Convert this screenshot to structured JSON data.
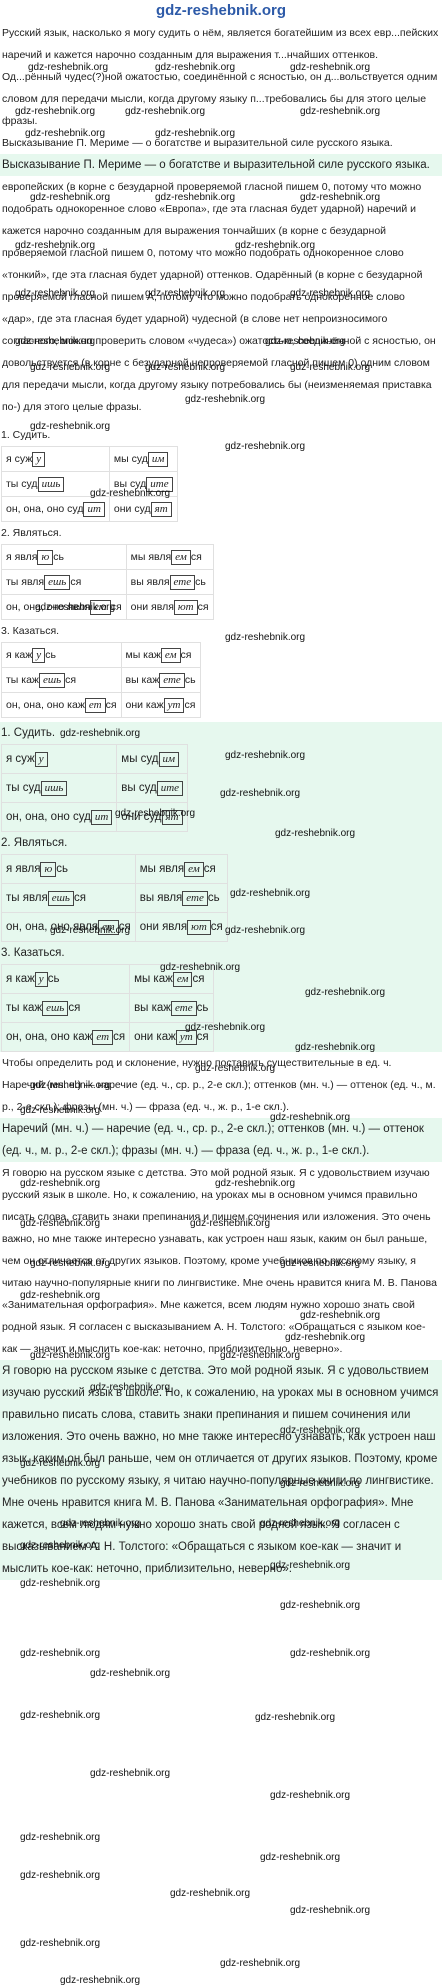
{
  "header": {
    "site": "gdz-reshebnik.org"
  },
  "watermark": "gdz-reshebnik.org",
  "task_text": "Русский язык, насколько я могу судить о нём, является богатейшим из всех евр...пейских наречий и кажется нарочно созданным для выражения т...нчайших оттенков. Од...рённый чудес(?)ной ожатостью, соединённой с ясностью, он д...вольствуется одним словом для передачи мысли, когда другому языку п...требовались бы для этого целые фразы.",
  "attribution": "Высказывание П. Мериме — о богатстве и выразительной силе русского языка.",
  "attribution2": "Высказывание П. Мериме — о богатстве и выразительной силе русского языка.",
  "explanation": "европейских (в корне с безударной проверяемой гласной пишем 0, потому что можно подобрать однокоренное слово «Европа», где эта гласная будет ударной) наречий и кажется нарочно созданным для выражения тончайших (в корне с безударной проверяемой гласной пишем 0, потому что можно подобрать однокоренное слово «тонкий», где эта гласная будет ударной) оттенков. Одарённый (в корне с безударной проверяемой гласной пишем А, потому что можно подобрать однокоренное слово «дар», где эта гласная будет ударной) чудесной (в слове нет непроизносимого согласного, можно проверить словом «чудеса») ожатостью, соединённой с ясностью, он довольствуется (в корне с безударной непроверяемой гласной пишем 0) одним словом для передачи мысли, когда другому языку потребовались бы (неизменяемая приставка по-) для этого целые фразы.",
  "verbs": [
    {
      "title": "1. Судить.",
      "rows": [
        [
          {
            "pre": "я суж",
            "end": "у",
            "post": ""
          },
          {
            "pre": "мы суд",
            "end": "им",
            "post": ""
          }
        ],
        [
          {
            "pre": "ты суд",
            "end": "ишь",
            "post": ""
          },
          {
            "pre": "вы суд",
            "end": "ите",
            "post": ""
          }
        ],
        [
          {
            "pre": "он, она, оно суд",
            "end": "ит",
            "post": ""
          },
          {
            "pre": "они суд",
            "end": "ят",
            "post": ""
          }
        ]
      ]
    },
    {
      "title": "2. Являться.",
      "rows": [
        [
          {
            "pre": "я явля",
            "end": "ю",
            "post": "сь"
          },
          {
            "pre": "мы явля",
            "end": "ем",
            "post": "ся"
          }
        ],
        [
          {
            "pre": "ты явля",
            "end": "ешь",
            "post": "ся"
          },
          {
            "pre": "вы явля",
            "end": "ете",
            "post": "сь"
          }
        ],
        [
          {
            "pre": "он, она, оно явля",
            "end": "ет",
            "post": "ся"
          },
          {
            "pre": "они явля",
            "end": "ют",
            "post": "ся"
          }
        ]
      ]
    },
    {
      "title": "3. Казаться.",
      "rows": [
        [
          {
            "pre": "я каж",
            "end": "у",
            "post": "сь"
          },
          {
            "pre": "мы каж",
            "end": "ем",
            "post": "ся"
          }
        ],
        [
          {
            "pre": "ты каж",
            "end": "ешь",
            "post": "ся"
          },
          {
            "pre": "вы каж",
            "end": "ете",
            "post": "сь"
          }
        ],
        [
          {
            "pre": "он, она, оно каж",
            "end": "ет",
            "post": "ся"
          },
          {
            "pre": "они каж",
            "end": "ут",
            "post": "ся"
          }
        ]
      ]
    }
  ],
  "task2": "Чтобы определить род и склонение, нужно поставить существительные в ед. ч.",
  "nouns": "Наречий (мн. ч.) — наречие (ед. ч., ср. р., 2-е скл.); оттенков (мн. ч.) — оттенок (ед. ч., м. р., 2-е скл.); фразы (мн. ч.) — фраза (ед. ч., ж. р., 1-е скл.).",
  "nouns2": "Наречий (мн. ч.) — наречие (ед. ч., ср. р., 2-е скл.); оттенков (мн. ч.) — оттенок (ед. ч., м. р., 2-е скл.); фразы (мн. ч.) — фраза (ед. ч., ж. р., 1-е скл.).",
  "essay": "Я говорю на русском языке с детства. Это мой родной язык. Я с удовольствием изучаю русский язык в школе. Но, к сожалению, на уроках мы в основном учимся правильно писать слова, ставить знаки препинания и пишем сочинения или изложения. Это очень важно, но мне также интересно узнавать, как устроен наш язык, каким он был раньше, чем он отличается от других языков. Поэтому, кроме учебников по русскому языку, я читаю научно-популярные книги по лингвистике. Мне очень нравится книга М. В. Панова «Занимательная орфография». Мне кажется, всем людям нужно хорошо знать свой родной язык. Я согласен с высказыванием А. Н. Толстого: «Обращаться с языком кое-как — значит и мыслить кое-как: неточно, приблизительно, неверно».",
  "essay2": "Я говорю на русском языке с детства. Это мой родной язык. Я с удовольствием изучаю русский язык в школе. Но, к сожалению, на уроках мы в основном учимся правильно писать слова, ставить знаки препинания и пишем сочинения или изложения. Это очень важно, но мне также интересно узнавать, как устроен наш язык, каким он был раньше, чем он отличается от других языков. Поэтому, кроме учебников по русскому языку, я читаю научно-популярные книги по лингвистике. Мне очень нравится книга М. В. Панова «Занимательная орфография». Мне кажется, всем людям нужно хорошо знать свой родной язык. Я согласен с высказыванием А. Н. Толстого: «Обращаться с языком кое-как — значит и мыслить кое-как: неточно, приблизительно, неверно»."
}
